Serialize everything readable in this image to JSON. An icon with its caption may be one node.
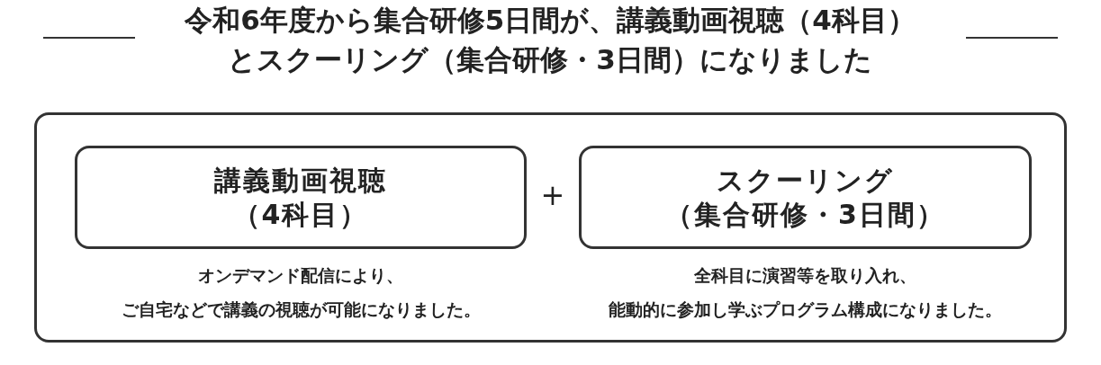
{
  "diagram": {
    "title": "令和6年度から集合研修5日間が、講義動画視聴（4科目）とスクーリング（集合研修・3日間）になりました",
    "nodes": [
      {
        "text": [],
        "shape": "box"
      },
      {
        "text": [
          "講義動画視聴（4科目）"
        ],
        "in": 0,
        "beside": [
          "オンデマンド配信により、ご自宅などで講義の視聴が可能になりました。"
        ]
      },
      {
        "text": [
          "スクーリング（集合研修・3日間）"
        ],
        "in": 0,
        "beside": [
          "全科目に演習等を取り入れ、能動的に参加し学ぶプログラム構成になりました。"
        ]
      }
    ],
    "edges": [],
    "labels": [
      "+"
    ]
  }
}
